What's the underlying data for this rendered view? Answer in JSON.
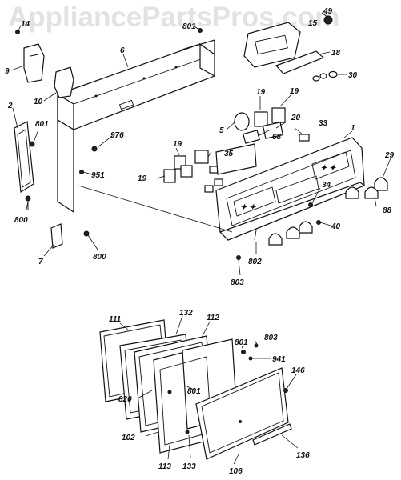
{
  "watermark": "AppliancePartsPros.com",
  "labels": {
    "l14": "14",
    "l49": "49",
    "l801a": "801",
    "l15": "15",
    "l9": "9",
    "l6": "6",
    "l18": "18",
    "l30": "30",
    "l10": "10",
    "l2": "2",
    "l801b": "801",
    "l976": "976",
    "l19a": "19",
    "l19b": "19",
    "l5": "5",
    "l20": "20",
    "l33": "33",
    "l1": "1",
    "l68": "68",
    "l19c": "19",
    "l35": "35",
    "l29": "29",
    "l951": "951",
    "l19d": "19",
    "l88": "88",
    "l34": "34",
    "l40": "40",
    "l800a": "800",
    "l7": "7",
    "l800b": "800",
    "l802": "802",
    "l803a": "803",
    "l111": "111",
    "l132": "132",
    "l112": "112",
    "l803b": "803",
    "l801c": "801",
    "l941": "941",
    "l146": "146",
    "l820": "820",
    "l801d": "801",
    "l102": "102",
    "l136": "136",
    "l113": "113",
    "l133": "133",
    "l106": "106"
  }
}
